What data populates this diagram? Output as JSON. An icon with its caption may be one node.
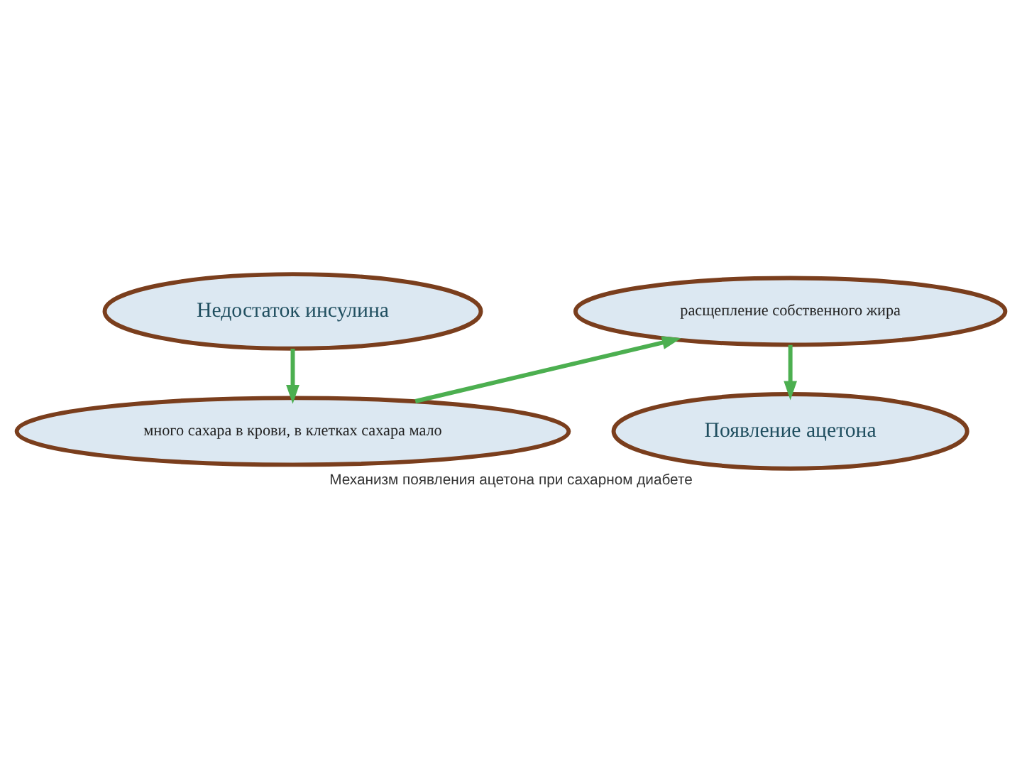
{
  "diagram": {
    "caption": "Механизм появления ацетона при сахарном диабете",
    "nodes": [
      {
        "text": [
          "Недостаток инсулина"
        ]
      },
      {
        "text": [
          "много сахара в крови, в клетках сахара мало"
        ]
      },
      {
        "text": [
          "расщепление собственного жира"
        ]
      },
      {
        "text": [
          "Появление ацетона"
        ]
      }
    ],
    "edges": [
      {
        "from": 0,
        "to": 1,
        "arrow": "to"
      },
      {
        "from": 1,
        "to": 2,
        "arrow": "to"
      },
      {
        "from": 2,
        "to": 3,
        "arrow": "to"
      }
    ]
  }
}
